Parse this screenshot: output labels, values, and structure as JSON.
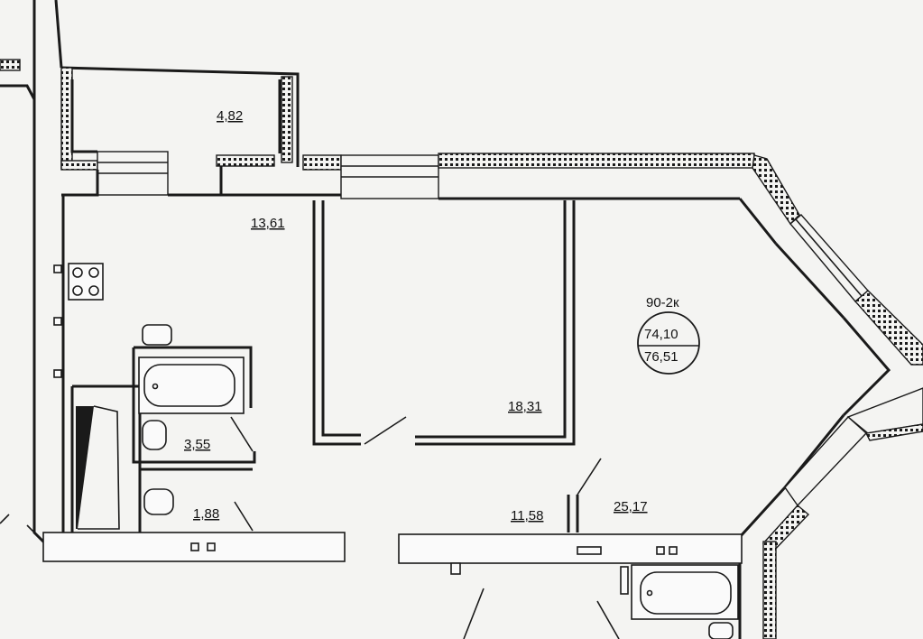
{
  "plan": {
    "apartment_type": "90-2к",
    "area_living_total": "74,10",
    "area_total": "76,51",
    "rooms": [
      {
        "id": "balcony",
        "area": "4,82"
      },
      {
        "id": "kitchen",
        "area": "13,61"
      },
      {
        "id": "bedroom",
        "area": "18,31"
      },
      {
        "id": "bathroom",
        "area": "3,55"
      },
      {
        "id": "toilet",
        "area": "1,88"
      },
      {
        "id": "hallway",
        "area": "11,58"
      },
      {
        "id": "living-room",
        "area": "25,17"
      }
    ]
  },
  "colors": {
    "ink": "#1a1a1a",
    "paper": "#f4f4f2"
  }
}
